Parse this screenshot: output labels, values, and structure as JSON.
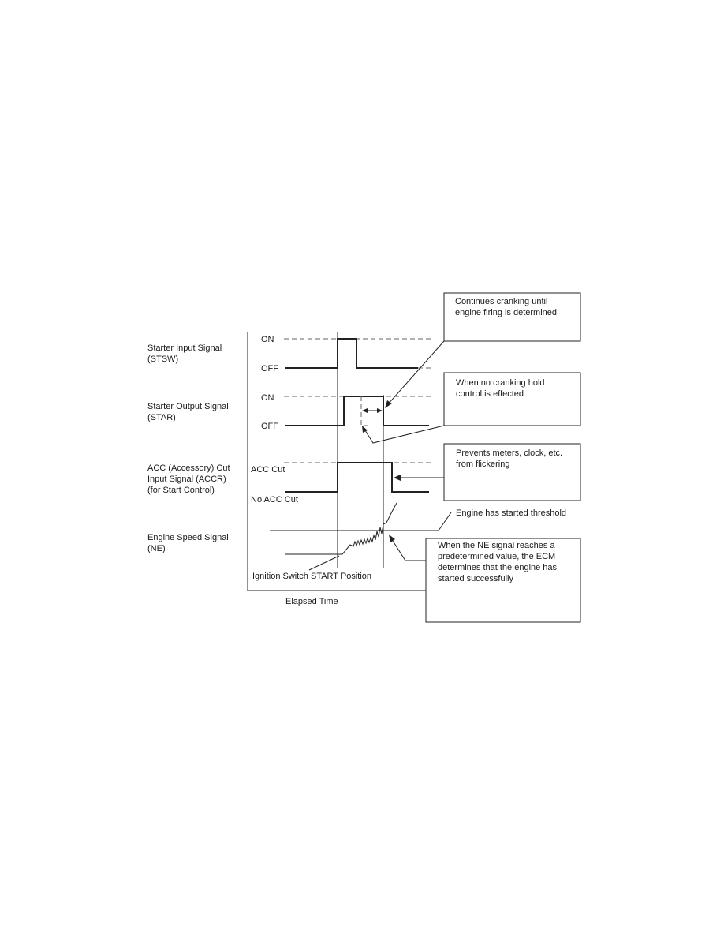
{
  "signals": {
    "stsw": {
      "name_line1": "Starter Input Signal",
      "name_line2": "(STSW)",
      "high_label": "ON",
      "low_label": "OFF"
    },
    "star": {
      "name_line1": "Starter Output Signal",
      "name_line2": "(STAR)",
      "high_label": "ON",
      "low_label": "OFF"
    },
    "accr": {
      "name_line1": "ACC (Accessory) Cut",
      "name_line2": "Input Signal (ACCR)",
      "name_line3": "(for Start Control)",
      "high_label": "ACC Cut",
      "low_label": "No ACC Cut"
    },
    "ne": {
      "name_line1": "Engine Speed Signal",
      "name_line2": "(NE)"
    }
  },
  "labels": {
    "ignition": "Ignition Switch START Position",
    "elapsed": "Elapsed Time",
    "threshold": "Engine has started threshold"
  },
  "callouts": {
    "cranking": {
      "line1": "Continues cranking until",
      "line2": "engine firing is determined"
    },
    "no_hold": {
      "line1": "When no cranking hold",
      "line2": "control is effected"
    },
    "prevents": {
      "line1": "Prevents meters, clock, etc.",
      "line2": "from flickering"
    },
    "ne_reach": {
      "line1": "When the NE signal reaches a",
      "line2": "predetermined value, the ECM",
      "line3": "determines that the engine has",
      "line4": "started successfully"
    }
  }
}
